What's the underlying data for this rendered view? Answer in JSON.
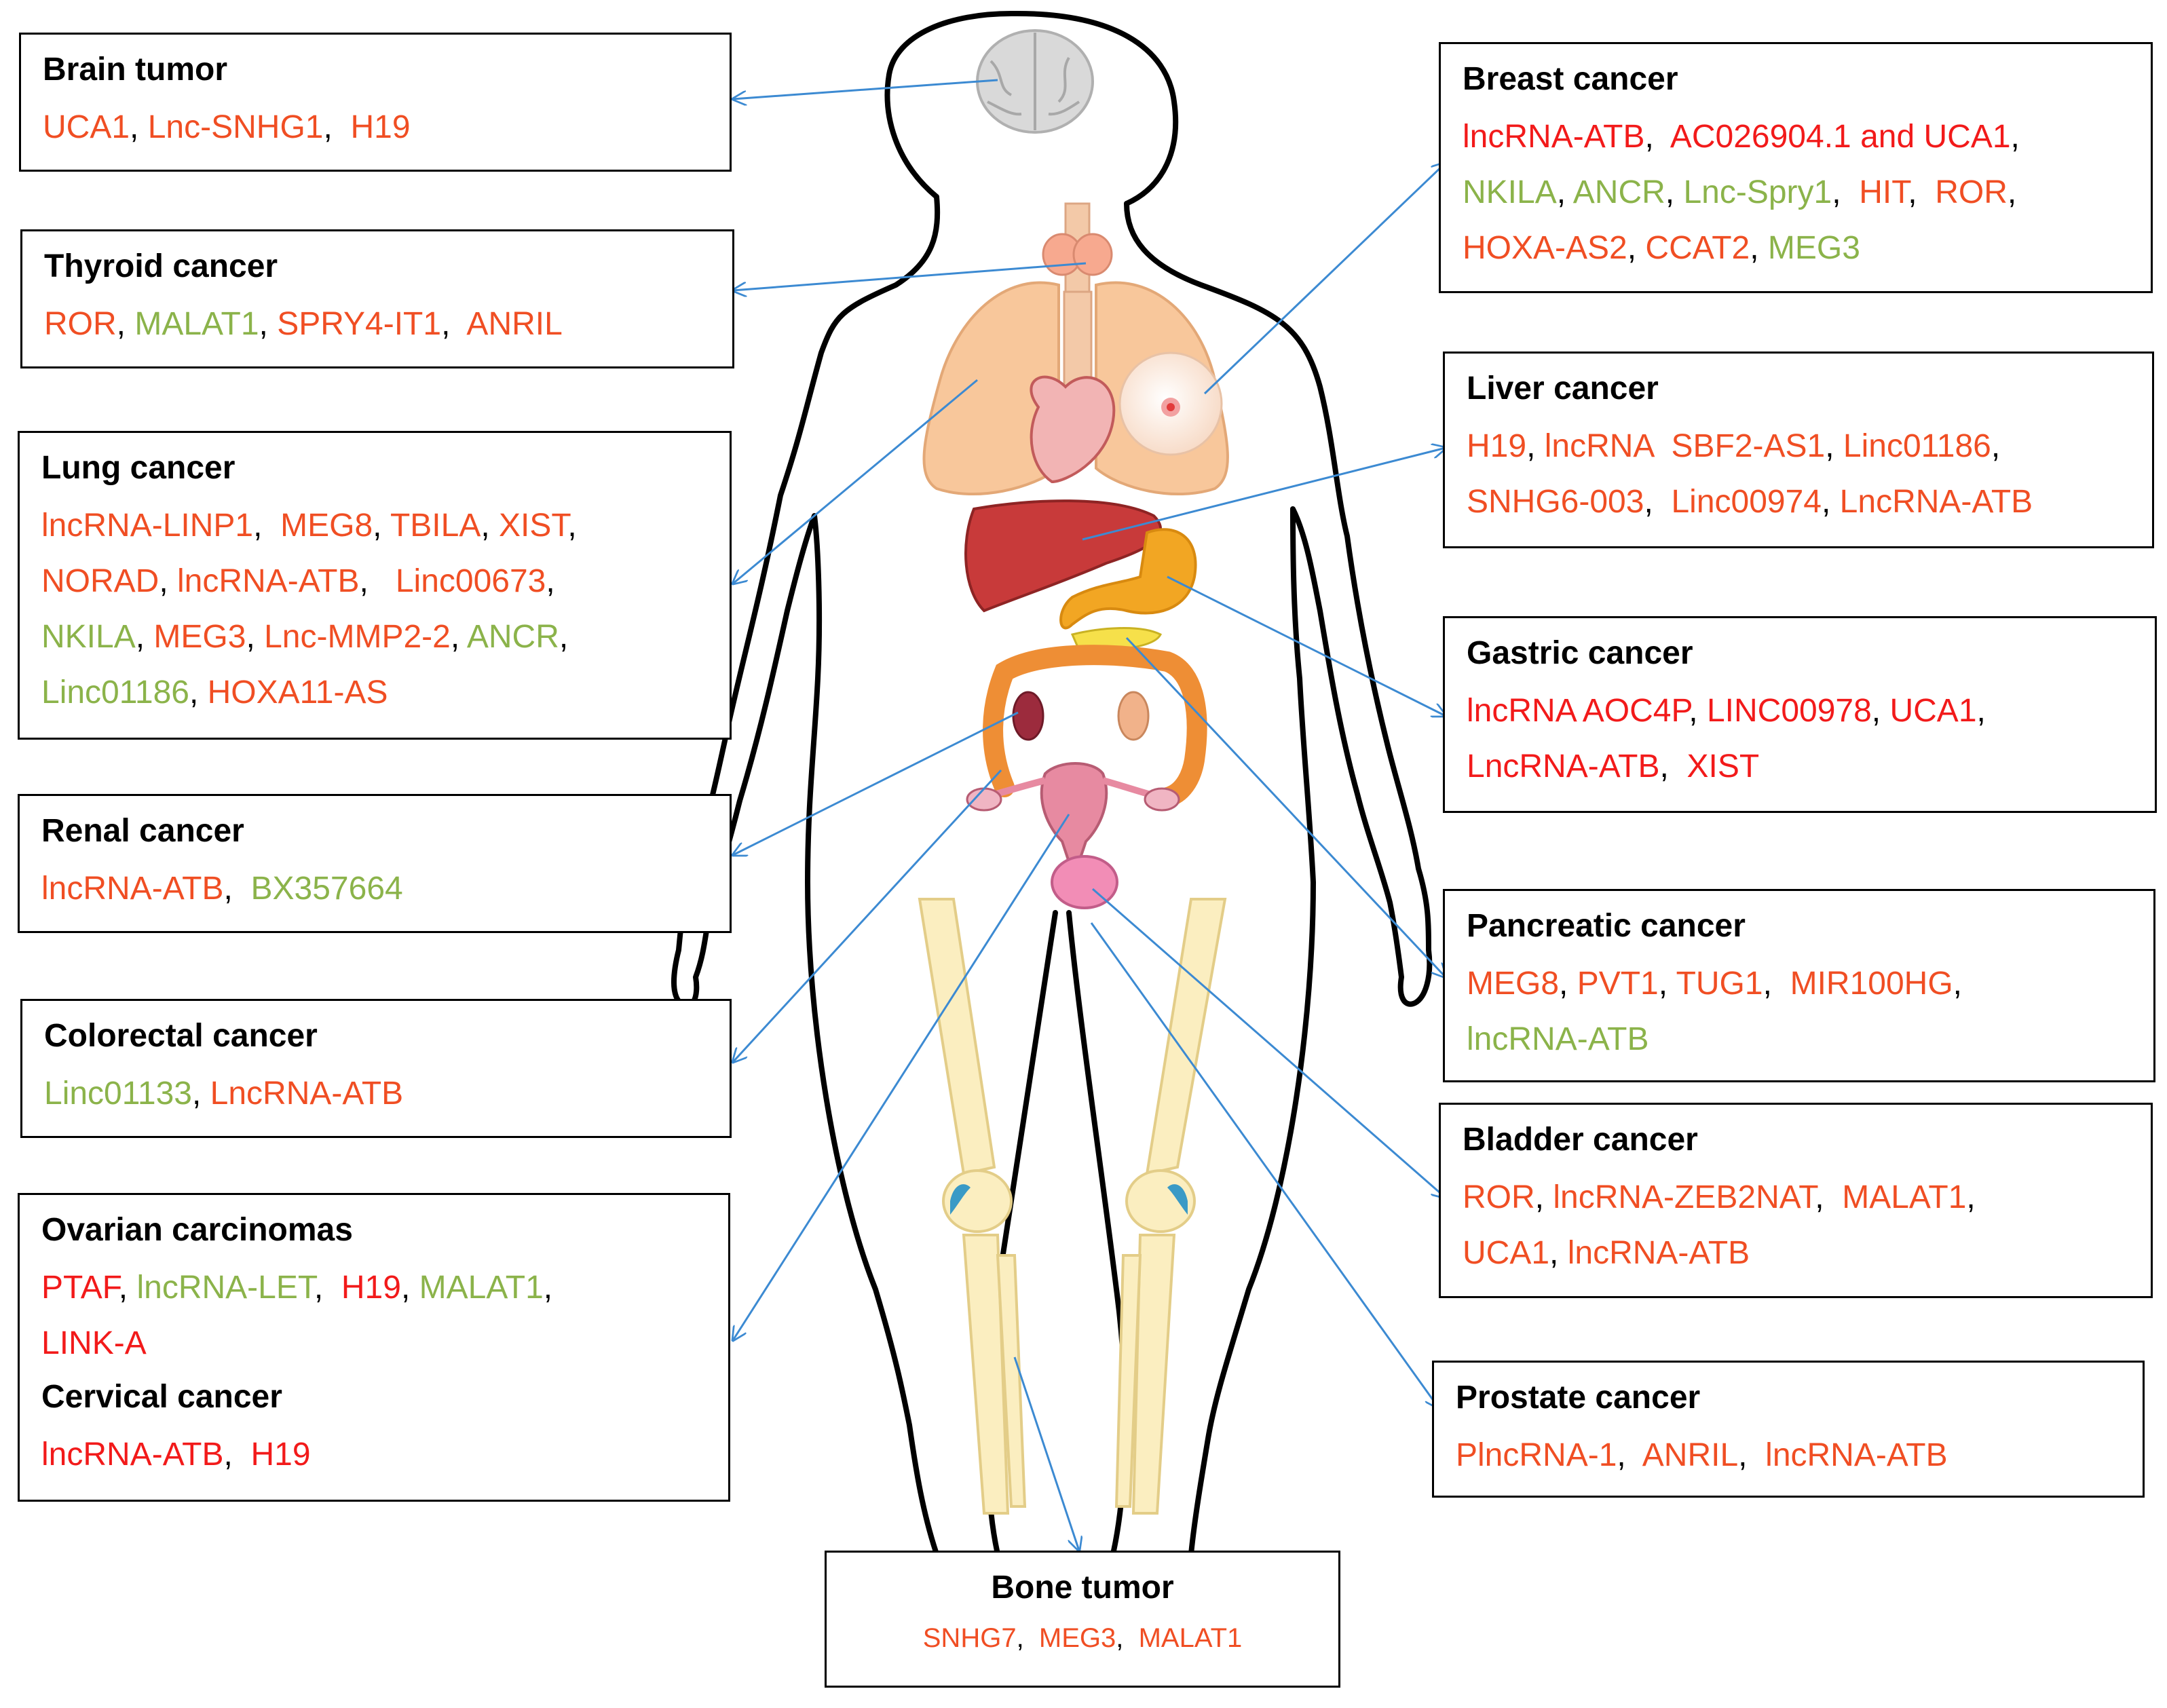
{
  "colors": {
    "red": "#f21a1a",
    "orange": "#f04e23",
    "green": "#8bb34a",
    "arrow": "#3c8ad2",
    "outline": "#000000"
  },
  "cancers": {
    "brain": {
      "title": "Brain tumor",
      "lines": [
        [
          {
            "t": "UCA1",
            "c": "orange"
          },
          {
            "t": ", ",
            "c": "black"
          },
          {
            "t": "Lnc-SNHG1",
            "c": "orange"
          },
          {
            "t": ",  ",
            "c": "black"
          },
          {
            "t": "H19",
            "c": "orange"
          }
        ]
      ]
    },
    "thyroid": {
      "title": "Thyroid cancer",
      "lines": [
        [
          {
            "t": "ROR",
            "c": "orange"
          },
          {
            "t": ", ",
            "c": "black"
          },
          {
            "t": "MALAT1",
            "c": "green"
          },
          {
            "t": ", ",
            "c": "black"
          },
          {
            "t": "SPRY4-IT1",
            "c": "orange"
          },
          {
            "t": ",  ",
            "c": "black"
          },
          {
            "t": "ANRIL",
            "c": "orange"
          }
        ]
      ]
    },
    "lung": {
      "title": "Lung cancer",
      "lines": [
        [
          {
            "t": "lncRNA-LINP1",
            "c": "orange"
          },
          {
            "t": ",  ",
            "c": "black"
          },
          {
            "t": "MEG8",
            "c": "orange"
          },
          {
            "t": ", ",
            "c": "black"
          },
          {
            "t": "TBILA",
            "c": "orange"
          },
          {
            "t": ", ",
            "c": "black"
          },
          {
            "t": "XIST",
            "c": "orange"
          },
          {
            "t": ",",
            "c": "black"
          }
        ],
        [
          {
            "t": "NORAD",
            "c": "orange"
          },
          {
            "t": ", ",
            "c": "black"
          },
          {
            "t": "lncRNA-ATB",
            "c": "orange"
          },
          {
            "t": ",   ",
            "c": "black"
          },
          {
            "t": "Linc00673",
            "c": "orange"
          },
          {
            "t": ",",
            "c": "black"
          }
        ],
        [
          {
            "t": "NKILA",
            "c": "green"
          },
          {
            "t": ", ",
            "c": "black"
          },
          {
            "t": "MEG3",
            "c": "orange"
          },
          {
            "t": ", ",
            "c": "black"
          },
          {
            "t": "Lnc-MMP2-2",
            "c": "orange"
          },
          {
            "t": ", ",
            "c": "black"
          },
          {
            "t": "ANCR",
            "c": "green"
          },
          {
            "t": ",",
            "c": "black"
          }
        ],
        [
          {
            "t": "Linc01186",
            "c": "green"
          },
          {
            "t": ", ",
            "c": "black"
          },
          {
            "t": "HOXA11-AS",
            "c": "orange"
          }
        ]
      ]
    },
    "renal": {
      "title": "Renal cancer",
      "lines": [
        [
          {
            "t": "lncRNA-ATB",
            "c": "orange"
          },
          {
            "t": ",  ",
            "c": "black"
          },
          {
            "t": "BX357664",
            "c": "green"
          }
        ]
      ]
    },
    "colorectal": {
      "title": "Colorectal cancer",
      "lines": [
        [
          {
            "t": "Linc01133",
            "c": "green"
          },
          {
            "t": ", ",
            "c": "black"
          },
          {
            "t": "LncRNA-ATB",
            "c": "orange"
          }
        ]
      ]
    },
    "ovarian": {
      "title": "Ovarian carcinomas",
      "lines": [
        [
          {
            "t": "PTAF",
            "c": "red"
          },
          {
            "t": ", ",
            "c": "black"
          },
          {
            "t": "lncRNA-LET",
            "c": "green"
          },
          {
            "t": ",  ",
            "c": "black"
          },
          {
            "t": "H19",
            "c": "red"
          },
          {
            "t": ", ",
            "c": "black"
          },
          {
            "t": "MALAT1",
            "c": "green"
          },
          {
            "t": ",",
            "c": "black"
          }
        ],
        [
          {
            "t": "LINK-A",
            "c": "red"
          }
        ]
      ]
    },
    "cervical": {
      "title": "Cervical cancer",
      "lines": [
        [
          {
            "t": "lncRNA-ATB",
            "c": "red"
          },
          {
            "t": ",  ",
            "c": "black"
          },
          {
            "t": "H19",
            "c": "red"
          }
        ]
      ]
    },
    "breast": {
      "title": "Breast  cancer",
      "lines": [
        [
          {
            "t": "lncRNA-ATB",
            "c": "red"
          },
          {
            "t": ",  ",
            "c": "black"
          },
          {
            "t": "AC026904.1 and UCA1",
            "c": "red"
          },
          {
            "t": ",",
            "c": "black"
          }
        ],
        [
          {
            "t": "NKILA",
            "c": "green"
          },
          {
            "t": ", ",
            "c": "black"
          },
          {
            "t": "ANCR",
            "c": "green"
          },
          {
            "t": ", ",
            "c": "black"
          },
          {
            "t": "Lnc-Spry1",
            "c": "green"
          },
          {
            "t": ",  ",
            "c": "black"
          },
          {
            "t": "HIT",
            "c": "orange"
          },
          {
            "t": ",  ",
            "c": "black"
          },
          {
            "t": "ROR",
            "c": "orange"
          },
          {
            "t": ",",
            "c": "black"
          }
        ],
        [
          {
            "t": "HOXA-AS2",
            "c": "orange"
          },
          {
            "t": ", ",
            "c": "black"
          },
          {
            "t": "CCAT2",
            "c": "orange"
          },
          {
            "t": ", ",
            "c": "black"
          },
          {
            "t": "MEG3",
            "c": "green"
          }
        ]
      ]
    },
    "liver": {
      "title": "Liver  cancer",
      "lines": [
        [
          {
            "t": "H19",
            "c": "orange"
          },
          {
            "t": ", ",
            "c": "black"
          },
          {
            "t": "lncRNA  SBF2-AS1",
            "c": "orange"
          },
          {
            "t": ", ",
            "c": "black"
          },
          {
            "t": "Linc01186",
            "c": "orange"
          },
          {
            "t": ",",
            "c": "black"
          }
        ],
        [
          {
            "t": "SNHG6-003",
            "c": "orange"
          },
          {
            "t": ",  ",
            "c": "black"
          },
          {
            "t": "Linc00974",
            "c": "orange"
          },
          {
            "t": ", ",
            "c": "black"
          },
          {
            "t": "LncRNA-ATB",
            "c": "orange"
          }
        ]
      ]
    },
    "gastric": {
      "title": "Gastric  cancer",
      "lines": [
        [
          {
            "t": "lncRNA AOC4P",
            "c": "red"
          },
          {
            "t": ", ",
            "c": "black"
          },
          {
            "t": "LINC00978",
            "c": "red"
          },
          {
            "t": ", ",
            "c": "black"
          },
          {
            "t": "UCA1",
            "c": "red"
          },
          {
            "t": ",",
            "c": "black"
          }
        ],
        [
          {
            "t": "LncRNA-ATB",
            "c": "red"
          },
          {
            "t": ",  ",
            "c": "black"
          },
          {
            "t": "XIST",
            "c": "red"
          }
        ]
      ]
    },
    "pancreatic": {
      "title": "Pancreatic  cancer",
      "lines": [
        [
          {
            "t": "MEG8",
            "c": "orange"
          },
          {
            "t": ", ",
            "c": "black"
          },
          {
            "t": "PVT1",
            "c": "orange"
          },
          {
            "t": ", ",
            "c": "black"
          },
          {
            "t": "TUG1",
            "c": "orange"
          },
          {
            "t": ",  ",
            "c": "black"
          },
          {
            "t": "MIR100HG",
            "c": "orange"
          },
          {
            "t": ",",
            "c": "black"
          }
        ],
        [
          {
            "t": "lncRNA-ATB",
            "c": "green"
          }
        ]
      ]
    },
    "bladder": {
      "title": "Bladder cancer",
      "lines": [
        [
          {
            "t": "ROR",
            "c": "orange"
          },
          {
            "t": ", ",
            "c": "black"
          },
          {
            "t": "lncRNA-ZEB2NAT",
            "c": "orange"
          },
          {
            "t": ",  ",
            "c": "black"
          },
          {
            "t": "MALAT1",
            "c": "orange"
          },
          {
            "t": ",",
            "c": "black"
          }
        ],
        [
          {
            "t": "UCA1",
            "c": "orange"
          },
          {
            "t": ", ",
            "c": "black"
          },
          {
            "t": "lncRNA-ATB",
            "c": "orange"
          }
        ]
      ]
    },
    "prostate": {
      "title": "Prostate cancer",
      "lines": [
        [
          {
            "t": "PlncRNA-1",
            "c": "orange"
          },
          {
            "t": ",  ",
            "c": "black"
          },
          {
            "t": "ANRIL",
            "c": "orange"
          },
          {
            "t": ",  ",
            "c": "black"
          },
          {
            "t": "lncRNA-ATB",
            "c": "orange"
          }
        ]
      ]
    },
    "bone": {
      "title": "Bone tumor",
      "lines": [
        [
          {
            "t": "SNHG7",
            "c": "orange"
          },
          {
            "t": ",  ",
            "c": "black"
          },
          {
            "t": "MEG3",
            "c": "orange"
          },
          {
            "t": ",  ",
            "c": "black"
          },
          {
            "t": "MALAT1",
            "c": "orange"
          }
        ]
      ]
    }
  }
}
